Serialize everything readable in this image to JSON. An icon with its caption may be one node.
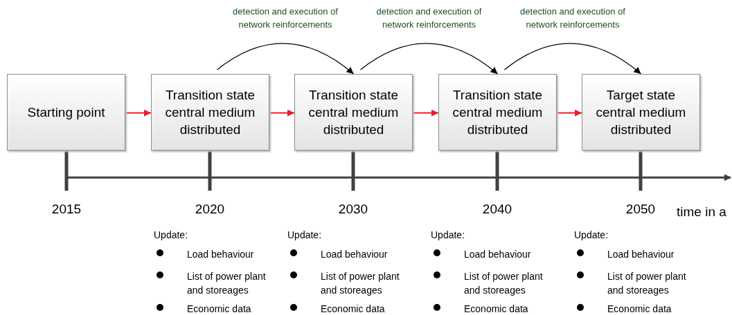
{
  "diagram": {
    "nodes": [
      {
        "text": [
          "Starting point"
        ]
      },
      {
        "text": [
          "Transition state central medium distributed"
        ]
      },
      {
        "text": [
          "Transition state central medium distributed"
        ]
      },
      {
        "text": [
          "Transition state central medium distributed"
        ]
      },
      {
        "text": [
          "Target state central medium distributed"
        ]
      }
    ],
    "edges": [
      {
        "from": 0,
        "to": 1,
        "arrow": "to",
        "color": "#ee1c25"
      },
      {
        "from": 1,
        "to": 2,
        "arrow": "to",
        "color": "#ee1c25"
      },
      {
        "from": 2,
        "to": 3,
        "arrow": "to",
        "color": "#ee1c25"
      },
      {
        "from": 3,
        "to": 4,
        "arrow": "to",
        "color": "#ee1c25"
      },
      {
        "from": 1,
        "to": 2,
        "arrow": "to",
        "label": "detection and execution of network reinforcements",
        "color": "#000000"
      },
      {
        "from": 2,
        "to": 3,
        "arrow": "to",
        "label": "detection and execution of network reinforcements",
        "color": "#000000"
      },
      {
        "from": 3,
        "to": 4,
        "arrow": "to",
        "label": "detection and execution of network reinforcements",
        "color": "#000000"
      }
    ],
    "labels": [
      "2015",
      "2020",
      "2030",
      "2040",
      "2050",
      "time in a",
      "Update:",
      "Load behaviour",
      "List of power plant and storeages",
      "Economic data",
      "Update:",
      "Load behaviour",
      "List of power plant and storeages",
      "Economic data",
      "Update:",
      "Load behaviour",
      "List of power plant and storeages",
      "Economic data",
      "Update:",
      "Load behaviour",
      "List of power plant and storeages",
      "Economic data"
    ]
  }
}
